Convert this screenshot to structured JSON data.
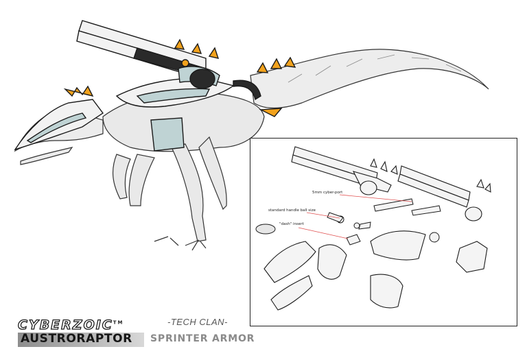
{
  "brand": {
    "logo_text": "CYBERZOIC",
    "trademark": "TM"
  },
  "clan_label": "-TECH CLAN-",
  "creature_name": "AUSTRORAPTOR",
  "armor_name": "SPRINTER ARMOR",
  "callouts": {
    "cyber_port": "5mm cyber-port",
    "handle_ball": "standard handle ball size",
    "dash_insert": "\"dash\" insert"
  },
  "colors": {
    "armor_white": "#f2f2f2",
    "armor_teal": "#bfd3d4",
    "spike_orange": "#f2a21c",
    "ink": "#1a1a1a",
    "callout_line": "#e05050"
  }
}
